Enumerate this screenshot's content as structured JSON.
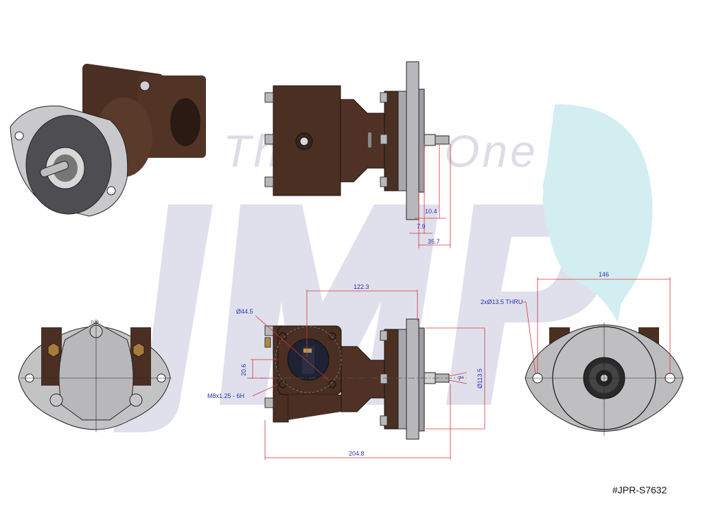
{
  "watermark": {
    "brand": "JMP",
    "tagline": "The Only One",
    "colors": {
      "letters": "#dfe0ec",
      "swoosh": "#d3eef1"
    }
  },
  "views": [
    {
      "name": "isometric-view"
    },
    {
      "name": "side-view-top"
    },
    {
      "name": "side-view-bottom"
    },
    {
      "name": "rear-view"
    },
    {
      "name": "front-flange-view"
    }
  ],
  "dimensions": {
    "shaft_thread_length": "10.4",
    "shaft_shoulder": "7.9",
    "shaft_protrusion": "35.7",
    "port_to_flange": "122.3",
    "port_diameter": "Ø44.5",
    "port_offset": "20.6",
    "port_thread": "M8x1.25 - 6H",
    "taper_angle": "7°",
    "flange_diameter": "Ø113.5",
    "overall_length": "204.8",
    "bolt_spacing": "146",
    "bolt_holes": "2xØ13.5 THRU"
  },
  "labels": {
    "top_mark": "TOP"
  },
  "part_number": "#JPR-S7632",
  "colors": {
    "body_brown": "#4a2f22",
    "flange_grey": "#b9b9bd",
    "dim_line": "#d9303a",
    "dim_text": "#2b2fb0"
  }
}
